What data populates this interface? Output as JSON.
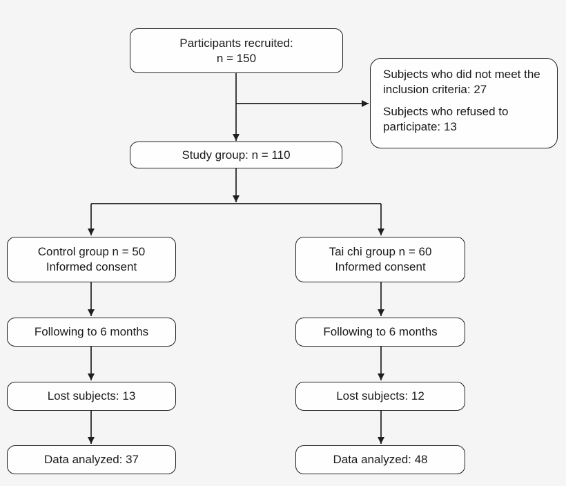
{
  "canvas": {
    "background_color": "#f5f5f6",
    "node_fill_color": "#fefefe",
    "line_color": "#1f1f1f",
    "text_color": "#1a1a1a"
  },
  "nodes": {
    "recruited": {
      "line1": "Participants recruited:",
      "line2": "n = 150"
    },
    "excluded": {
      "para1": "Subjects who did not meet the inclusion criteria: 27",
      "para2": "Subjects who refused to participate: 13"
    },
    "study": {
      "line1": "Study group: n = 110"
    },
    "control": {
      "line1": "Control group n = 50",
      "line2": "Informed consent"
    },
    "taichi": {
      "line1": "Tai chi group n = 60",
      "line2": "Informed consent"
    },
    "follow_left": {
      "line1": "Following to 6 months"
    },
    "follow_right": {
      "line1": "Following to 6 months"
    },
    "lost_left": {
      "line1": "Lost subjects: 13"
    },
    "lost_right": {
      "line1": "Lost subjects: 12"
    },
    "data_left": {
      "line1": "Data analyzed: 37"
    },
    "data_right": {
      "line1": "Data analyzed: 48"
    }
  }
}
